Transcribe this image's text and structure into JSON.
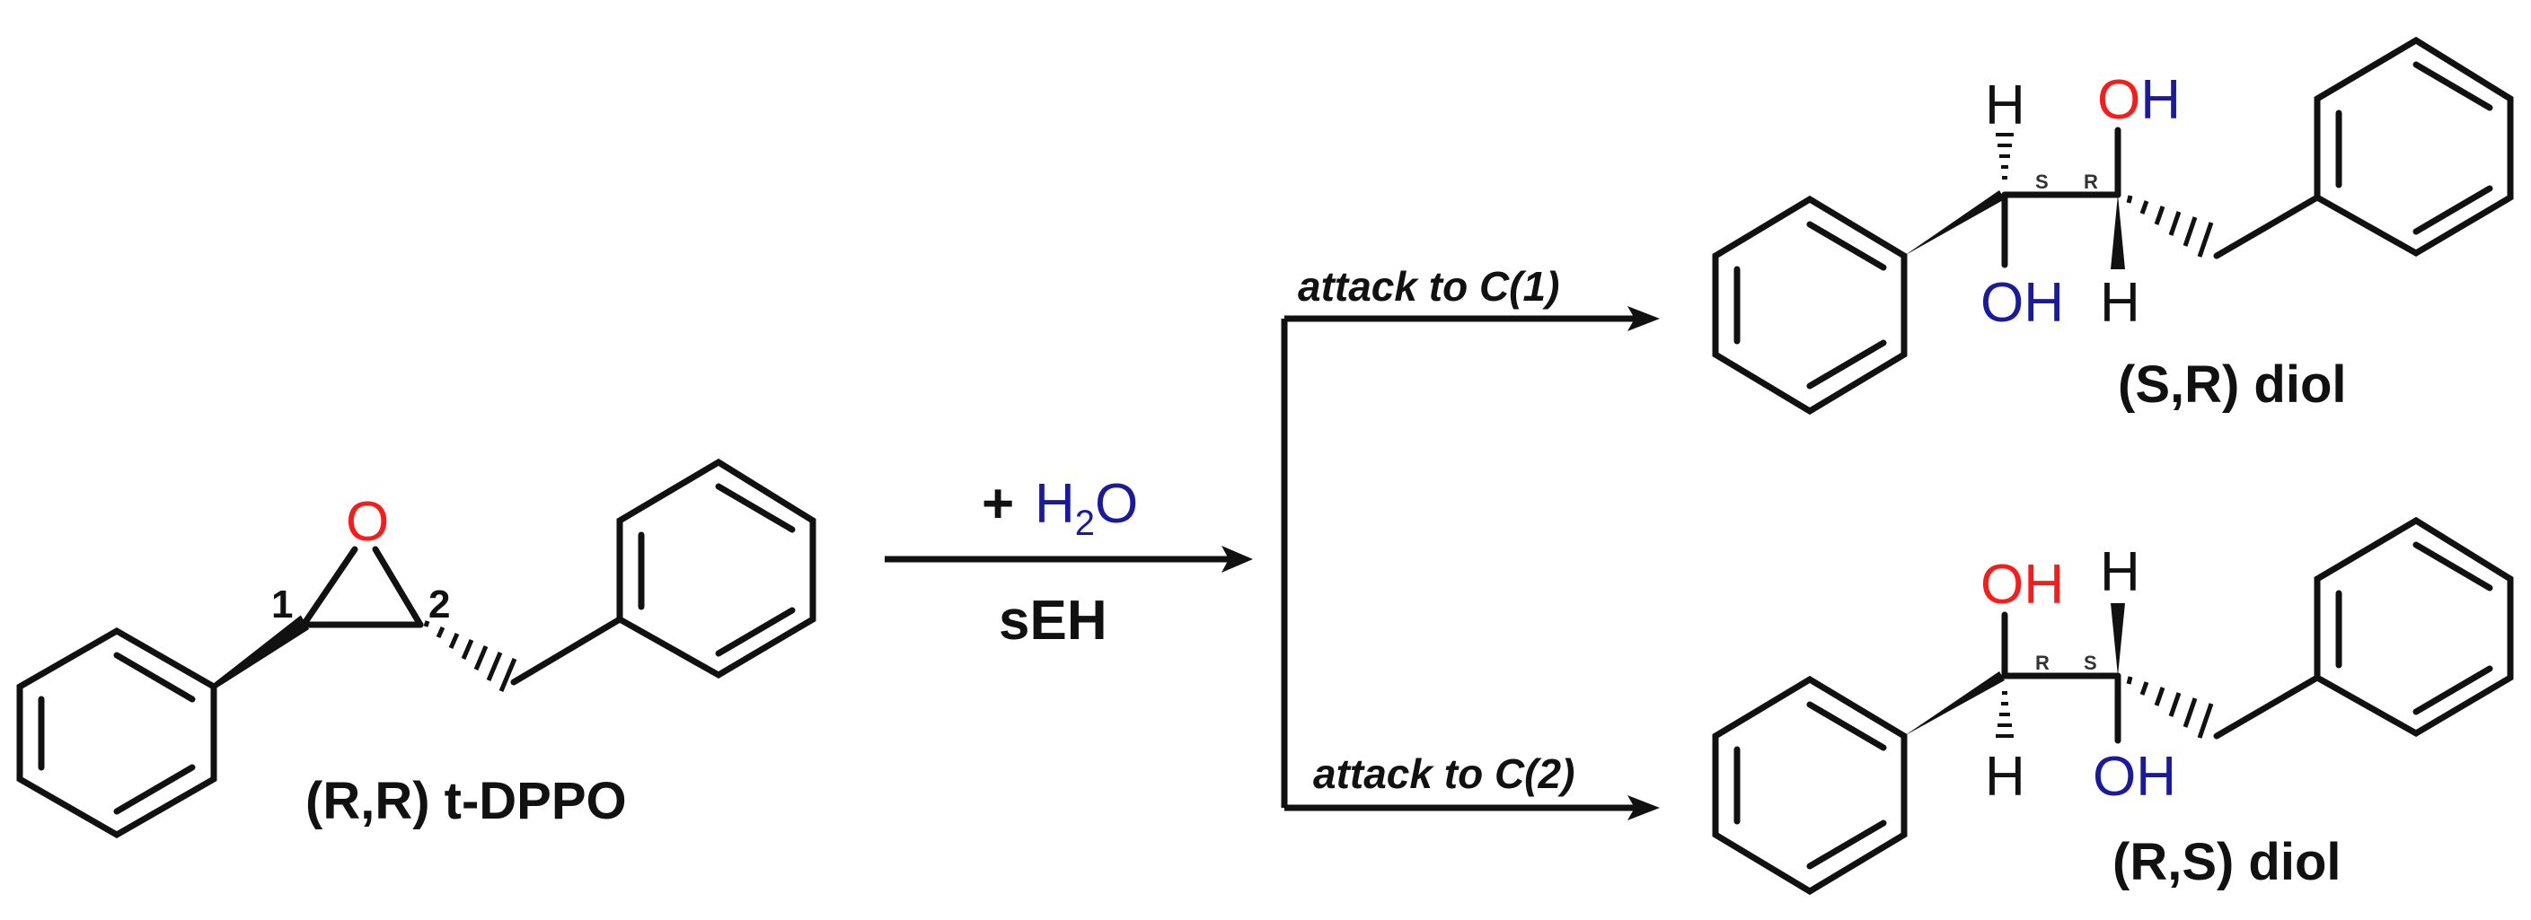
{
  "reactant": {
    "name": "(R,R) t-DPPO",
    "oxygen": "O",
    "carbon1_label": "1",
    "carbon2_label": "2"
  },
  "reagent": {
    "plus": "+",
    "water_h": "H",
    "water_sub": "2",
    "water_o": "O",
    "enzyme": "sEH"
  },
  "pathways": {
    "top": "attack to C(1)",
    "bottom": "attack to C(2)"
  },
  "product_top": {
    "name": "(S,R) diol",
    "h_left": "H",
    "oh_right_o": "O",
    "oh_right_h": "H",
    "oh_left_o": "O",
    "oh_left_h": "H",
    "h_right": "H",
    "stereo_left": "S",
    "stereo_right": "R"
  },
  "product_bottom": {
    "name": "(R,S) diol",
    "oh_left_o": "O",
    "oh_left_h": "H",
    "h_right": "H",
    "h_left": "H",
    "oh_right_o": "O",
    "oh_right_h": "H",
    "stereo_left": "R",
    "stereo_right": "S"
  },
  "colors": {
    "oxygen_red": "#ff1a1a",
    "water_blue": "#1a1aa0",
    "bond_black": "#111111"
  }
}
